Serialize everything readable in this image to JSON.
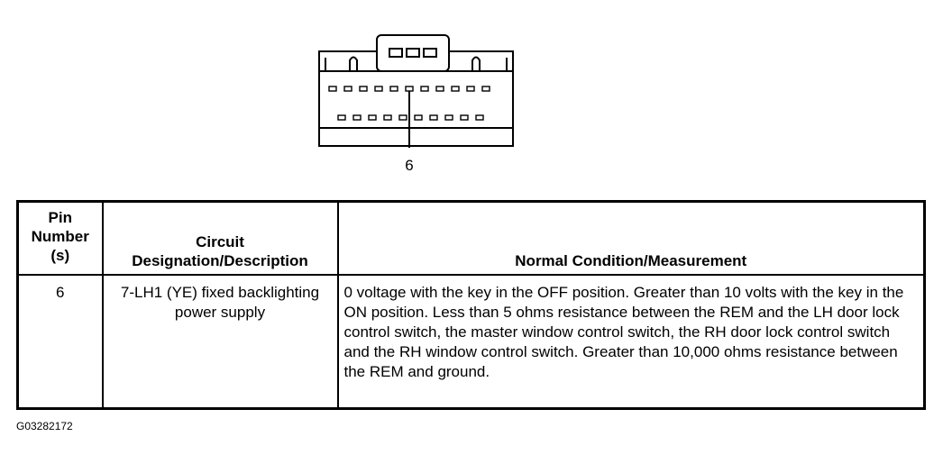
{
  "diagram": {
    "pin_callout": "6",
    "figure_id": "G03282172"
  },
  "table": {
    "headers": {
      "pin": "Pin Number (s)",
      "circuit": "Circuit Designation/Description",
      "measurement": "Normal Condition/Measurement"
    },
    "rows": [
      {
        "pin": "6",
        "circuit": "7-LH1 (YE) fixed backlighting power supply",
        "measurement": "0 voltage with the key in the OFF position. Greater than 10 volts with the key in the ON position. Less than 5 ohms resistance between the REM and the LH door lock control switch, the master window control switch, the RH door lock control switch and the RH window control switch. Greater than 10,000 ohms resistance between the REM and ground."
      }
    ]
  }
}
